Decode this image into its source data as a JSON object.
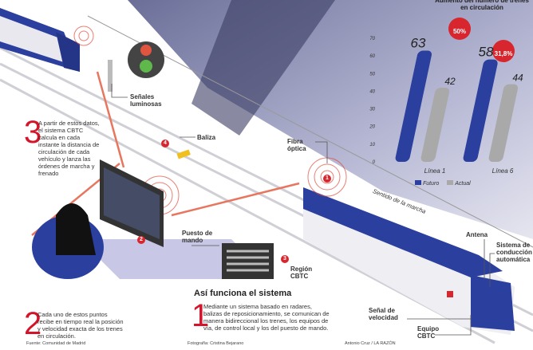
{
  "labels": {
    "senales": "Señales luminosas",
    "baliza": "Baliza",
    "fibra": "Fibra óptica",
    "puesto": "Puesto de mando",
    "region": "Región CBTC",
    "antena": "Antena",
    "sistema_conduccion": "Sistema de conducción automática",
    "senal_velocidad": "Señal de velocidad",
    "equipo": "Equipo CBTC",
    "sentido": "Sentido de la marcha"
  },
  "markers": [
    "1",
    "2",
    "3",
    "4"
  ],
  "title": "Así funciona el sistema",
  "steps": [
    {
      "n": "1",
      "text": "Mediante un sistema basado en radares, balizas de reposicionamiento, se comunican de manera bidireccional los trenes, los equipos de vía, de control local y los del puesto de mando."
    },
    {
      "n": "2",
      "text": "Cada uno de estos puntos recibe en tiempo real la posición y velocidad exacta de los trenes en circulación."
    },
    {
      "n": "3",
      "text": "A partir de estos datos, el sistema CBTC calcula en cada instante la distancia de circulación de cada vehículo y lanza las órdenes de marcha y frenado"
    }
  ],
  "credits": {
    "source": "Fuente: Comunidad de Madrid",
    "photo": "Fotografía: Cristina Bejarano",
    "author": "Antonio Cruz / LA RAZÓN"
  },
  "colors": {
    "red": "#d8262e",
    "blue": "#2b3f9e",
    "grey": "#a9a9a9"
  },
  "chart_data": {
    "type": "bar",
    "title": "Aumento del número de trenes en circulación",
    "categories": [
      "Línea 1",
      "Línea 6"
    ],
    "series": [
      {
        "name": "Futuro",
        "values": [
          63,
          58
        ],
        "color": "#2b3f9e"
      },
      {
        "name": "Actual",
        "values": [
          42,
          44
        ],
        "color": "#a9a9a9"
      }
    ],
    "increase_badges": [
      "50%",
      "31,8%"
    ],
    "ylim": [
      0,
      70
    ],
    "yticks": [
      0,
      10,
      20,
      30,
      40,
      50,
      60,
      70
    ],
    "legend": "bottom"
  }
}
